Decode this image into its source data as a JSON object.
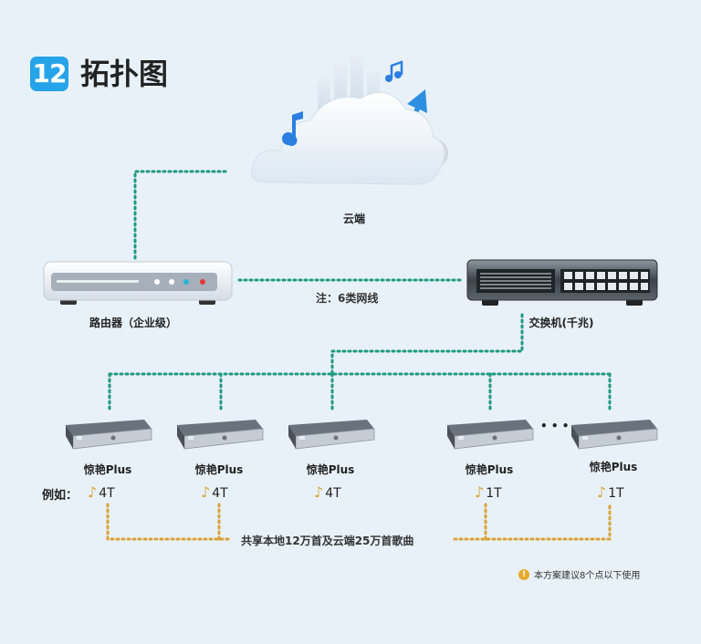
{
  "header": {
    "badge": "12",
    "title": "拓扑图"
  },
  "cloud": {
    "label": "云端"
  },
  "router": {
    "label": "路由器（企业级）"
  },
  "switch": {
    "label": "交换机(千兆)"
  },
  "cable_note": "注：6类网线",
  "devices": [
    {
      "name": "惊艳Plus",
      "storage": "4T"
    },
    {
      "name": "惊艳Plus",
      "storage": "4T"
    },
    {
      "name": "惊艳Plus",
      "storage": "4T"
    },
    {
      "name": "惊艳Plus",
      "storage": "1T"
    },
    {
      "name": "惊艳Plus",
      "storage": "1T"
    }
  ],
  "example_label": "例如：",
  "ellipsis": "• • •",
  "share_note": "共享本地12万首及云端25万首歌曲",
  "footnote": {
    "icon": "!",
    "text": "本方案建议8个点以下使用"
  },
  "colors": {
    "badge": "#25a4ea",
    "green_line": "#1f9a7e",
    "orange_line": "#d7a437",
    "note_icon": "#e9a92b"
  }
}
